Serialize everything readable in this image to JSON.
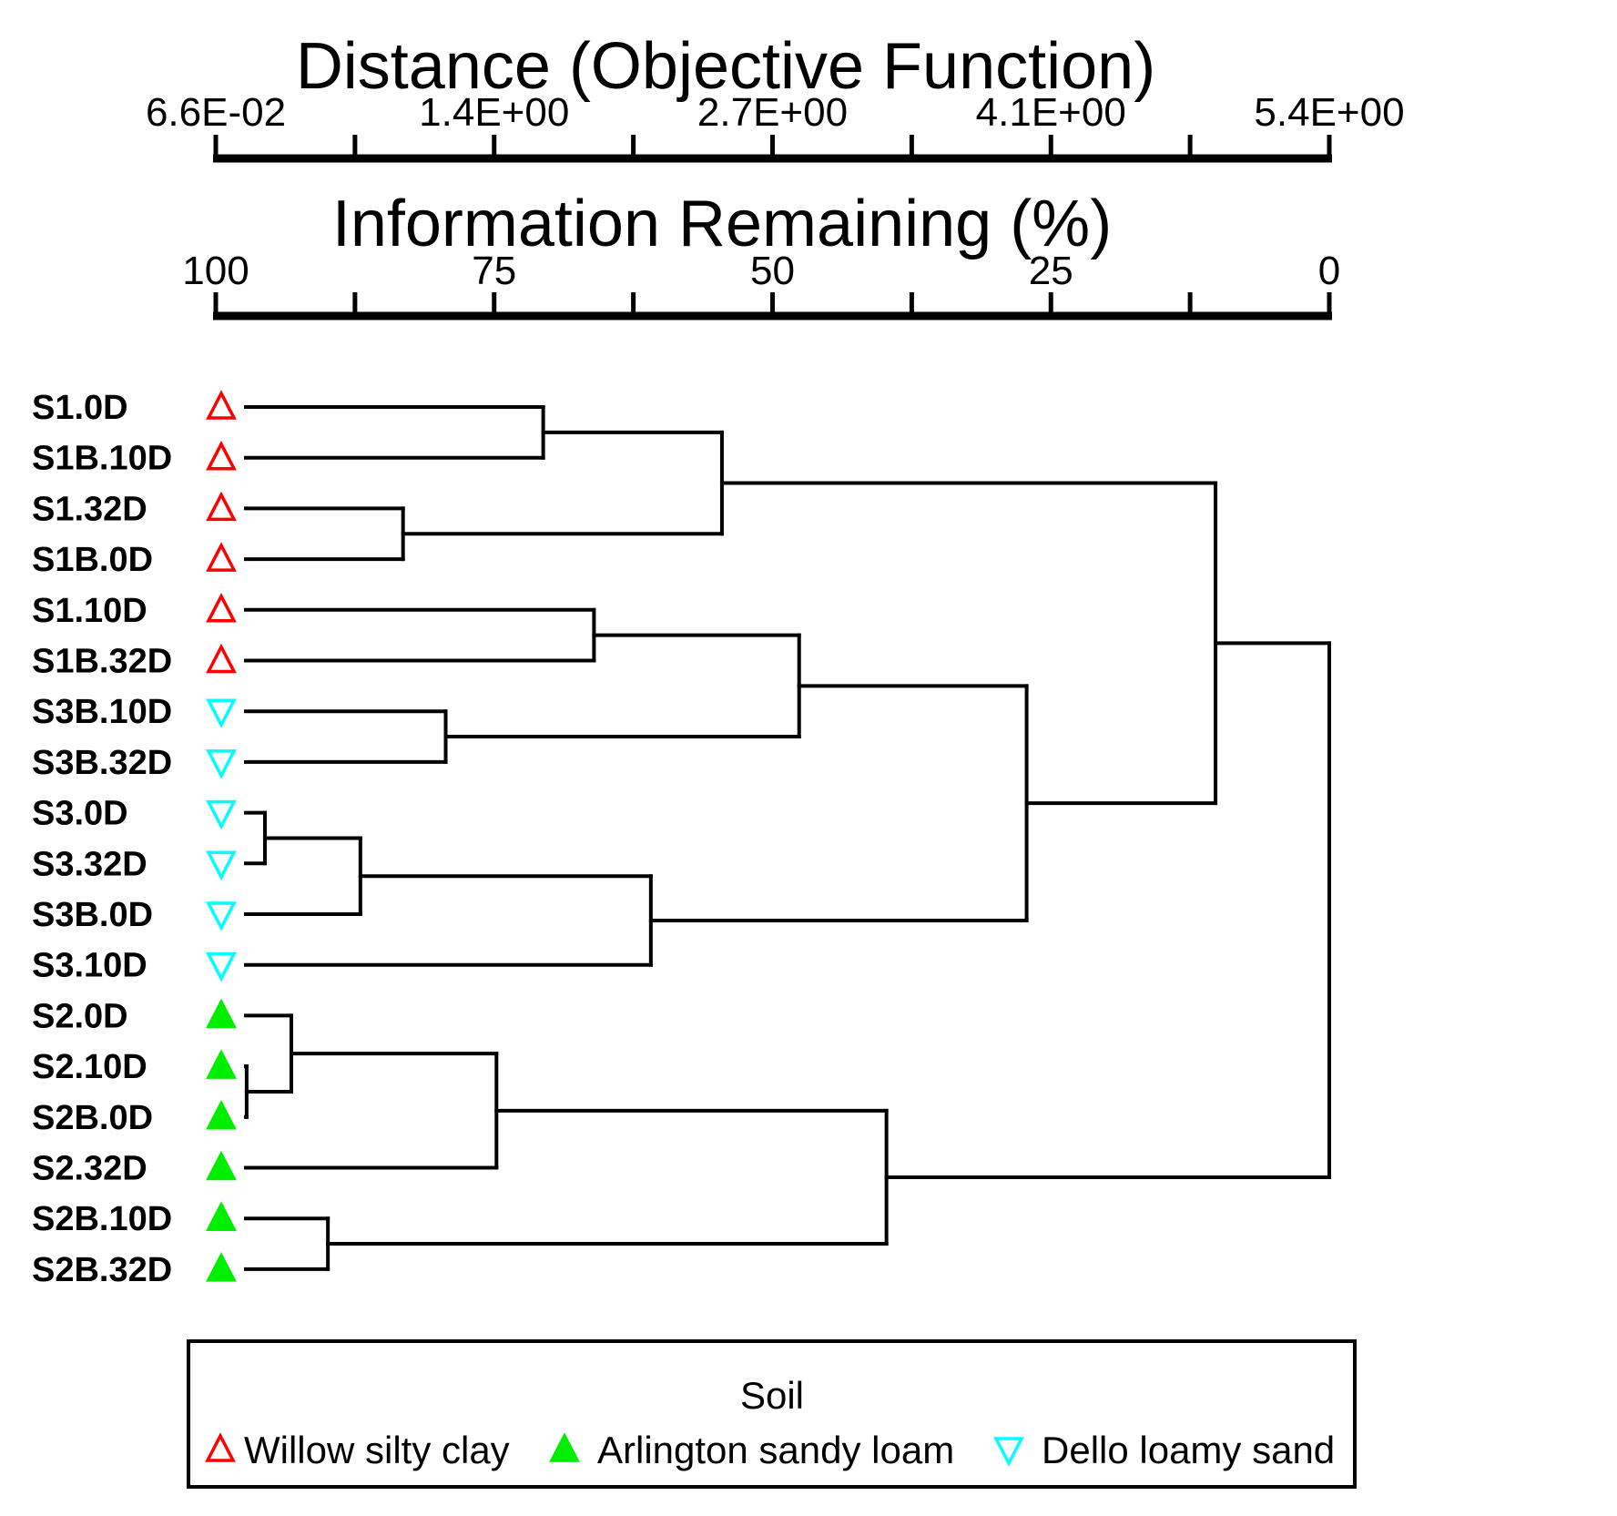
{
  "chart_data": {
    "type": "dendrogram",
    "title_top": "Distance (Objective Function)",
    "title_bottom": "Information Remaining (%)",
    "axis_top": {
      "label": "Distance (Objective Function)",
      "tick_labels": [
        "6.6E-02",
        "1.4E+00",
        "2.7E+00",
        "4.1E+00",
        "5.4E+00"
      ],
      "min": 0.066,
      "max": 5.4
    },
    "axis_bottom": {
      "label": "Information Remaining (%)",
      "tick_labels": [
        "100",
        "75",
        "50",
        "25",
        "0"
      ],
      "min": 100,
      "max": 0
    },
    "leaves": [
      {
        "label": "S1.0D",
        "soil": "willow-silty-clay"
      },
      {
        "label": "S1B.10D",
        "soil": "willow-silty-clay"
      },
      {
        "label": "S1.32D",
        "soil": "willow-silty-clay"
      },
      {
        "label": "S1B.0D",
        "soil": "willow-silty-clay"
      },
      {
        "label": "S1.10D",
        "soil": "willow-silty-clay"
      },
      {
        "label": "S1B.32D",
        "soil": "willow-silty-clay"
      },
      {
        "label": "S3B.10D",
        "soil": "dello-loamy-sand"
      },
      {
        "label": "S3B.32D",
        "soil": "dello-loamy-sand"
      },
      {
        "label": "S3.0D",
        "soil": "dello-loamy-sand"
      },
      {
        "label": "S3.32D",
        "soil": "dello-loamy-sand"
      },
      {
        "label": "S3B.0D",
        "soil": "dello-loamy-sand"
      },
      {
        "label": "S3.10D",
        "soil": "dello-loamy-sand"
      },
      {
        "label": "S2.0D",
        "soil": "arlington-sandy-loam"
      },
      {
        "label": "S2.10D",
        "soil": "arlington-sandy-loam"
      },
      {
        "label": "S2B.0D",
        "soil": "arlington-sandy-loam"
      },
      {
        "label": "S2.32D",
        "soil": "arlington-sandy-loam"
      },
      {
        "label": "S2B.10D",
        "soil": "arlington-sandy-loam"
      },
      {
        "label": "S2B.32D",
        "soil": "arlington-sandy-loam"
      }
    ],
    "merges": [
      {
        "id": "M10",
        "a": "S2.10D",
        "b": "S2B.0D",
        "distance": 0.07,
        "info_pct": 99.9
      },
      {
        "id": "M7",
        "a": "S3.0D",
        "b": "S3.32D",
        "distance": 0.16,
        "info_pct": 98.2
      },
      {
        "id": "M11",
        "a": "S2.0D",
        "b": "M10",
        "distance": 0.29,
        "info_pct": 95.8
      },
      {
        "id": "M13",
        "a": "S2B.10D",
        "b": "S2B.32D",
        "distance": 0.47,
        "info_pct": 92.4
      },
      {
        "id": "M8",
        "a": "M7",
        "b": "S3B.0D",
        "distance": 0.63,
        "info_pct": 89.4
      },
      {
        "id": "M2",
        "a": "S1.32D",
        "b": "S1B.0D",
        "distance": 0.84,
        "info_pct": 85.5
      },
      {
        "id": "M5",
        "a": "S3B.10D",
        "b": "S3B.32D",
        "distance": 1.05,
        "info_pct": 81.6
      },
      {
        "id": "M12",
        "a": "M11",
        "b": "S2.32D",
        "distance": 1.3,
        "info_pct": 76.9
      },
      {
        "id": "M1",
        "a": "S1.0D",
        "b": "S1B.10D",
        "distance": 1.53,
        "info_pct": 72.6
      },
      {
        "id": "M4",
        "a": "S1.10D",
        "b": "S1B.32D",
        "distance": 1.78,
        "info_pct": 67.9
      },
      {
        "id": "M9",
        "a": "M8",
        "b": "S3.10D",
        "distance": 2.06,
        "info_pct": 62.6
      },
      {
        "id": "M3",
        "a": "M1",
        "b": "M2",
        "distance": 2.41,
        "info_pct": 56.0
      },
      {
        "id": "M6",
        "a": "M4",
        "b": "M5",
        "distance": 2.79,
        "info_pct": 48.9
      },
      {
        "id": "M14",
        "a": "M12",
        "b": "M13",
        "distance": 3.22,
        "info_pct": 40.9
      },
      {
        "id": "M15",
        "a": "M6",
        "b": "M9",
        "distance": 3.91,
        "info_pct": 27.9
      },
      {
        "id": "M16",
        "a": "M3",
        "b": "M15",
        "distance": 4.84,
        "info_pct": 10.5
      },
      {
        "id": "M17",
        "a": "M16",
        "b": "M14",
        "distance": 5.4,
        "info_pct": 0.0
      }
    ],
    "legend": {
      "title": "Soil",
      "entries": [
        {
          "id": "willow-silty-clay",
          "label": "Willow silty clay",
          "marker": "triangle-up-open",
          "color": "#ff0000"
        },
        {
          "id": "arlington-sandy-loam",
          "label": "Arlington sandy loam",
          "marker": "triangle-up-filled",
          "color": "#00ee00"
        },
        {
          "id": "dello-loamy-sand",
          "label": "Dello loamy sand",
          "marker": "triangle-down-open",
          "color": "#00ffff"
        }
      ]
    },
    "colors": {
      "line": "#000000",
      "willow": "#ff0000",
      "arlington": "#00ee00",
      "dello": "#00ffff"
    }
  }
}
